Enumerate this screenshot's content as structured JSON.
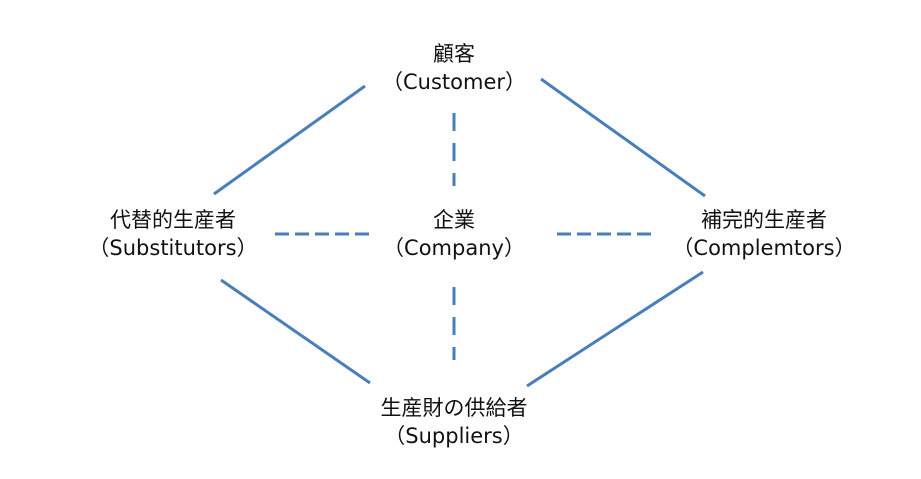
{
  "nodes": {
    "customer": {
      "name": "顧客",
      "sub": "（Customer）"
    },
    "company": {
      "name": "企業",
      "sub": "（Company）"
    },
    "substitutors": {
      "name": "代替的生産者",
      "sub": "（Substitutors）"
    },
    "complementors": {
      "name": "補完的生産者",
      "sub": "（Complemtors）"
    },
    "suppliers": {
      "name": "生産財の供給者",
      "sub": "（Suppliers）"
    }
  },
  "colors": {
    "line": "#4a7ebb",
    "text": "#111111",
    "background": "#ffffff"
  }
}
